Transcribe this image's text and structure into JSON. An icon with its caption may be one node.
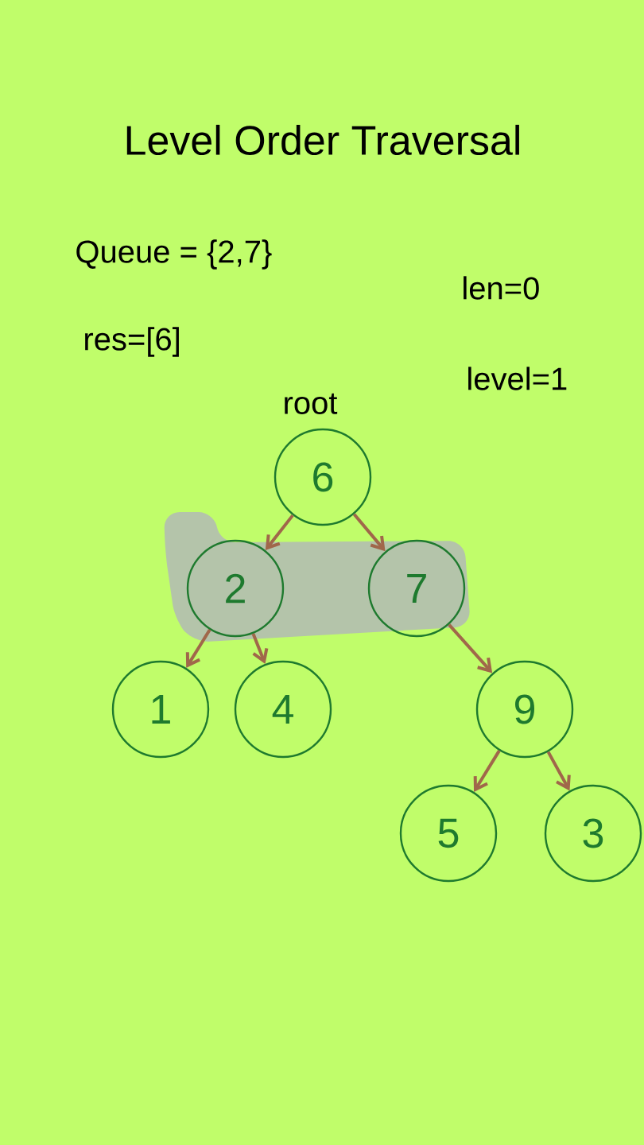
{
  "diagram": {
    "title": "Level Order Traversal",
    "nodes": [
      {
        "text": [
          "6"
        ],
        "beside": [
          "root"
        ]
      },
      {
        "text": [
          "2"
        ]
      },
      {
        "text": [
          "7"
        ]
      },
      {
        "text": [
          "1"
        ]
      },
      {
        "text": [
          "4"
        ]
      },
      {
        "text": [
          "9"
        ]
      },
      {
        "text": [
          "5"
        ]
      },
      {
        "text": [
          "3"
        ]
      }
    ],
    "edges": [
      {
        "from": 0,
        "to": 1,
        "arrow": "to"
      },
      {
        "from": 0,
        "to": 2,
        "arrow": "to"
      },
      {
        "from": 1,
        "to": 3,
        "arrow": "to"
      },
      {
        "from": 1,
        "to": 4,
        "arrow": "to"
      },
      {
        "from": 2,
        "to": 5,
        "arrow": "to"
      },
      {
        "from": 5,
        "to": 6,
        "arrow": "to"
      },
      {
        "from": 5,
        "to": 7,
        "arrow": "to"
      }
    ],
    "labels": [
      "Queue = {2,7}",
      "len=0",
      "res=[6]",
      "level=1"
    ]
  }
}
